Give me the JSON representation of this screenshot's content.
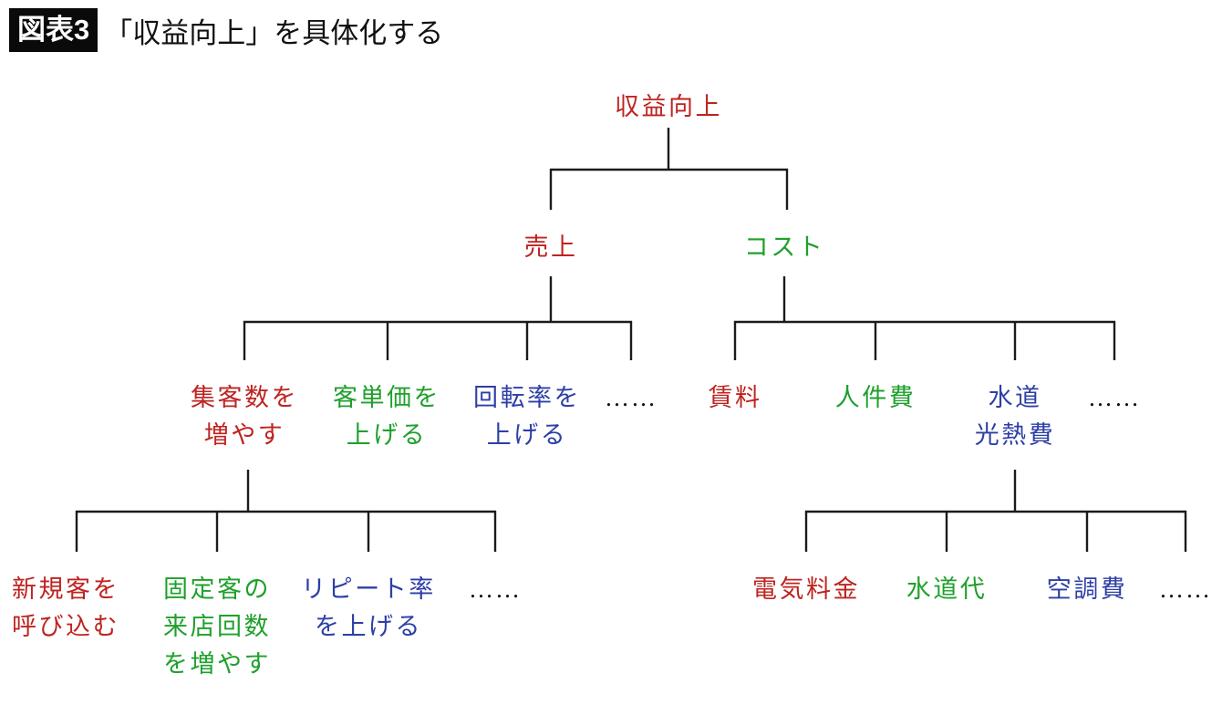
{
  "header": {
    "badge": "図表3",
    "title": "「収益向上」を具体化する"
  },
  "colors": {
    "red": "#BE2420",
    "green": "#1FA02C",
    "blue": "#2D3FA6",
    "black": "#111111",
    "line": "#1b1b1b",
    "badge_bg": "#0a0a0a",
    "background": "#ffffff"
  },
  "chart_data": {
    "type": "tree",
    "title": "「収益向上」を具体化する",
    "orientation": "top-down",
    "root": {
      "label": "収益向上",
      "color": "red",
      "children": [
        {
          "label": "売上",
          "color": "red",
          "children": [
            {
              "label": "集客数を増やす",
              "color": "red",
              "children": [
                {
                  "label": "新規客を呼び込む",
                  "color": "red",
                  "children": []
                },
                {
                  "label": "固定客の来店回数を増やす",
                  "color": "green",
                  "children": []
                },
                {
                  "label": "リピート率を上げる",
                  "color": "blue",
                  "children": []
                },
                {
                  "label": "……",
                  "color": "black",
                  "children": []
                }
              ]
            },
            {
              "label": "客単価を上げる",
              "color": "green",
              "children": []
            },
            {
              "label": "回転率を上げる",
              "color": "blue",
              "children": []
            },
            {
              "label": "……",
              "color": "black",
              "children": []
            }
          ]
        },
        {
          "label": "コスト",
          "color": "green",
          "children": [
            {
              "label": "賃料",
              "color": "red",
              "children": []
            },
            {
              "label": "人件費",
              "color": "green",
              "children": []
            },
            {
              "label": "水道光熱費",
              "color": "blue",
              "children": [
                {
                  "label": "電気料金",
                  "color": "red",
                  "children": []
                },
                {
                  "label": "水道代",
                  "color": "green",
                  "children": []
                },
                {
                  "label": "空調費",
                  "color": "blue",
                  "children": []
                },
                {
                  "label": "……",
                  "color": "black",
                  "children": []
                }
              ]
            },
            {
              "label": "……",
              "color": "black",
              "children": []
            }
          ]
        }
      ]
    }
  },
  "nodes": {
    "root": {
      "line1": "収益向上"
    },
    "sales": {
      "line1": "売上"
    },
    "cost": {
      "line1": "コスト"
    },
    "sales_c1": {
      "line1": "集客数を",
      "line2": "増やす"
    },
    "sales_c2": {
      "line1": "客単価を",
      "line2": "上げる"
    },
    "sales_c3": {
      "line1": "回転率を",
      "line2": "上げる"
    },
    "sales_c4": {
      "line1": "……"
    },
    "cost_c1": {
      "line1": "賃料"
    },
    "cost_c2": {
      "line1": "人件費"
    },
    "cost_c3": {
      "line1": "水道",
      "line2": "光熱費"
    },
    "cost_c4": {
      "line1": "……"
    },
    "sales_g1": {
      "line1": "新規客を",
      "line2": "呼び込む"
    },
    "sales_g2": {
      "line1": "固定客の",
      "line2": "来店回数",
      "line3": "を増やす"
    },
    "sales_g3": {
      "line1": "リピート率",
      "line2": "を上げる"
    },
    "sales_g4": {
      "line1": "……"
    },
    "cost_g1": {
      "line1": "電気料金"
    },
    "cost_g2": {
      "line1": "水道代"
    },
    "cost_g3": {
      "line1": "空調費"
    },
    "cost_g4": {
      "line1": "……"
    }
  }
}
